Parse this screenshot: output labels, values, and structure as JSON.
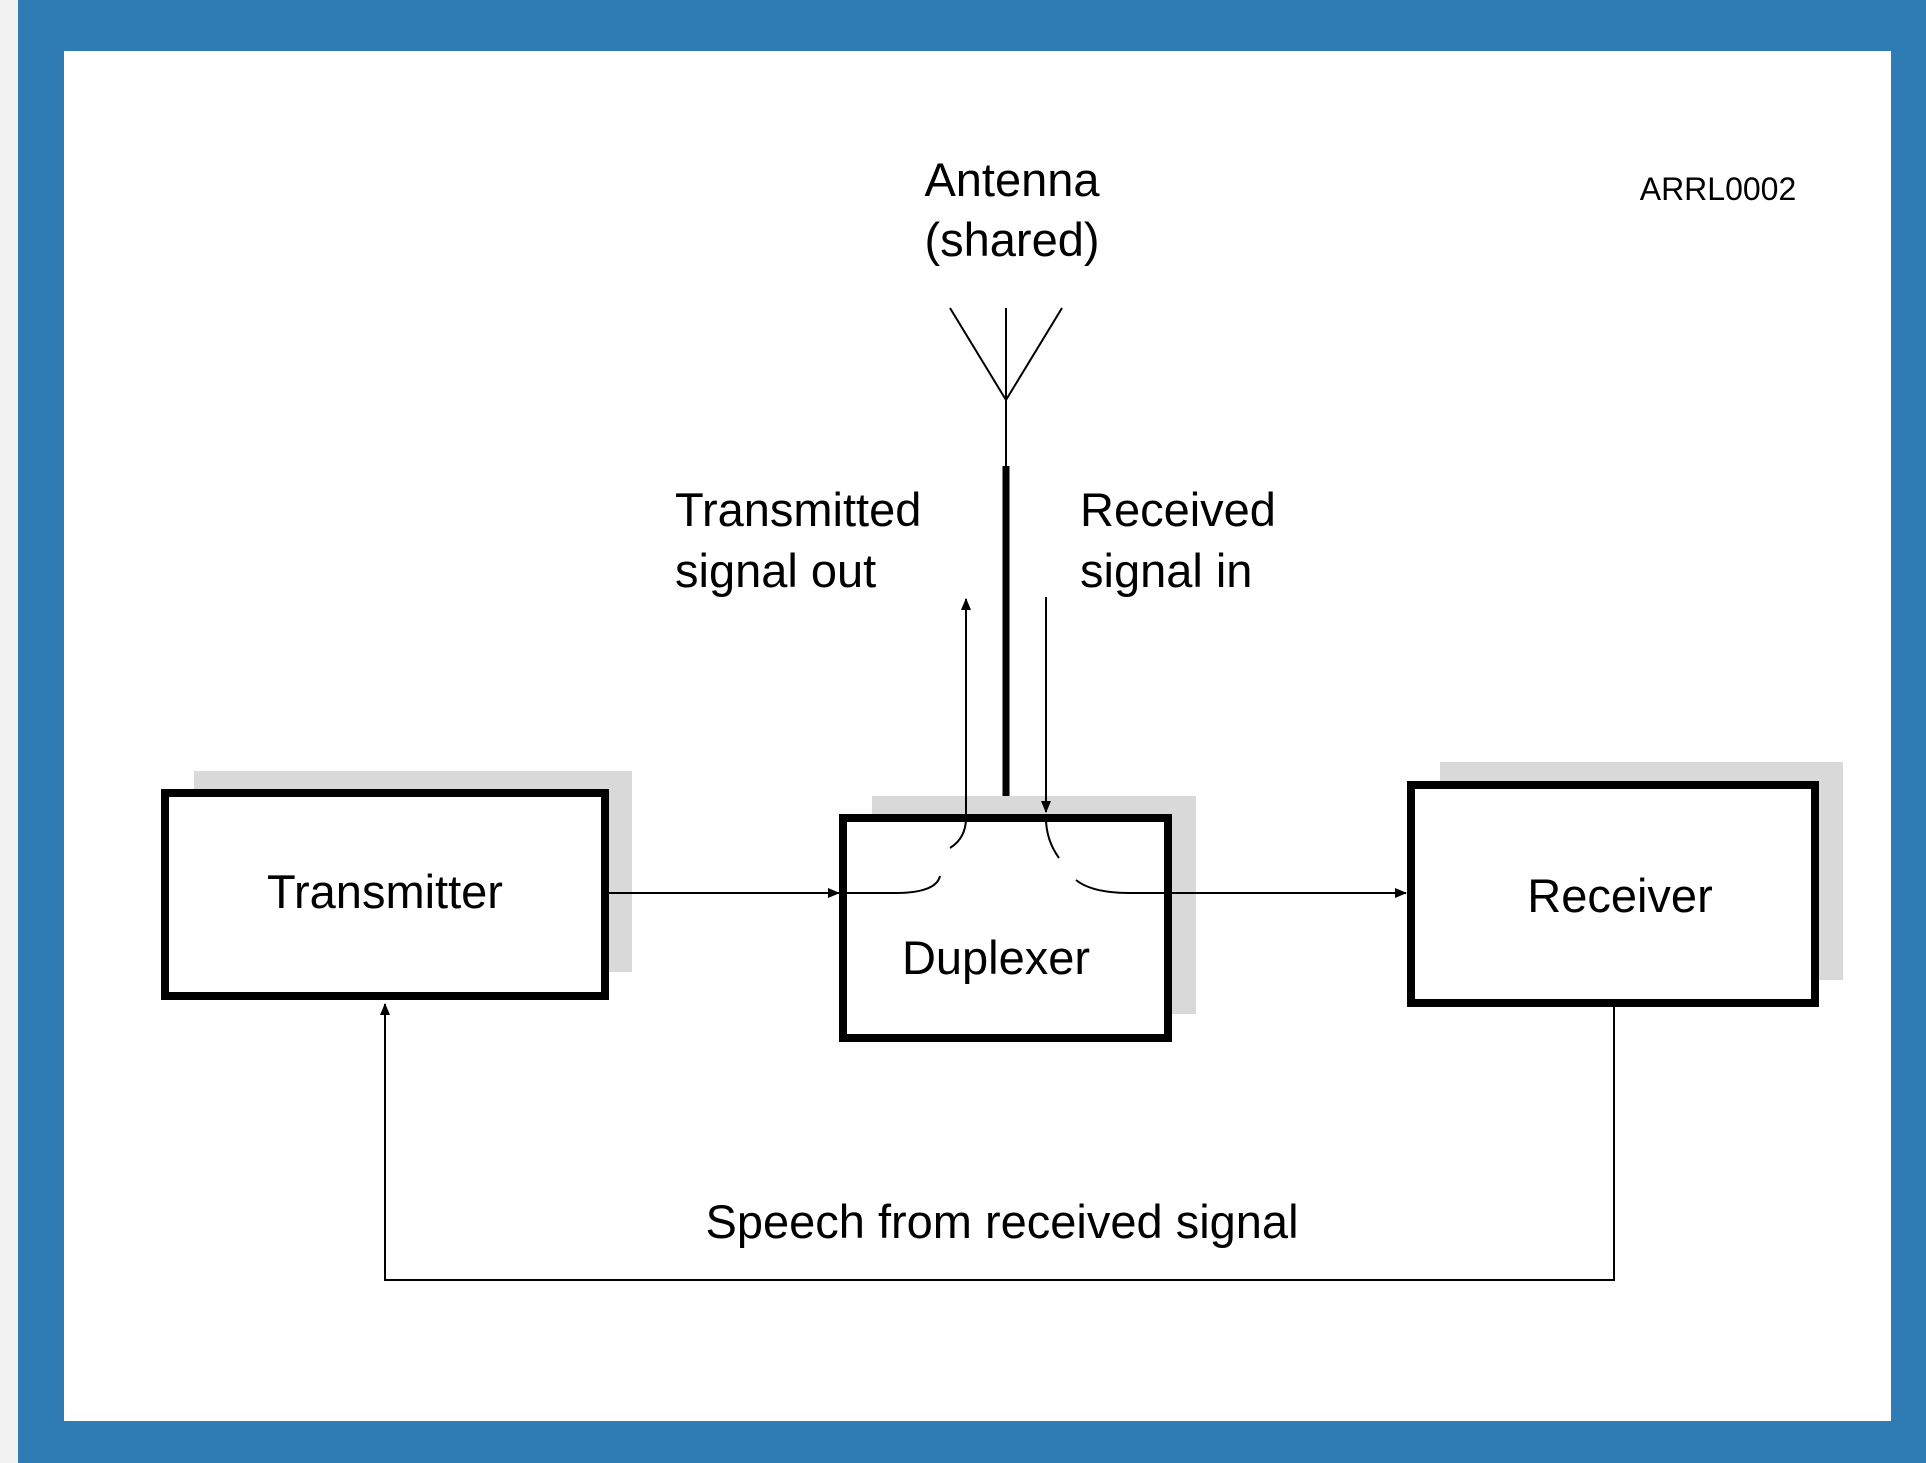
{
  "figure_id": "ARRL0002",
  "antenna": {
    "line1": "Antenna",
    "line2": "(shared)"
  },
  "tx_path": {
    "line1": "Transmitted",
    "line2": "signal out"
  },
  "rx_path": {
    "line1": "Received",
    "line2": "signal in"
  },
  "blocks": {
    "transmitter": "Transmitter",
    "duplexer": "Duplexer",
    "receiver": "Receiver"
  },
  "feedback_label": "Speech from received signal"
}
